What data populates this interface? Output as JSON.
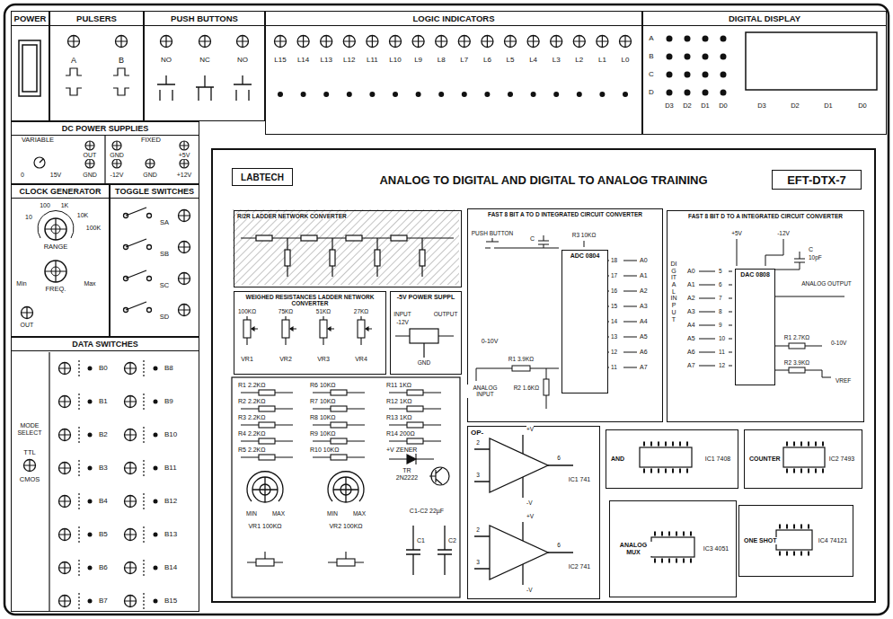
{
  "diagram": {
    "nodes": [
      {
        "text": [
          "POWER"
        ]
      },
      {
        "text": [
          "PULSERS"
        ]
      },
      {
        "text": [
          "PUSH BUTTONS"
        ]
      },
      {
        "text": [
          "LOGIC INDICATORS"
        ]
      },
      {
        "text": [
          "DIGITAL DISPLAY"
        ]
      },
      {
        "text": [
          "DC POWER SUPPLIES"
        ]
      },
      {
        "text": [
          "CLOCK GENERATOR"
        ]
      },
      {
        "text": [
          "TOGGLE SWITCHES"
        ]
      },
      {
        "text": [
          "DATA SWITCHES"
        ]
      },
      {
        "text": [
          "ANALOG TO DIGITAL AND DIGITAL TO ANALOG TRAINING"
        ]
      },
      {
        "text": [
          "LABTECH"
        ],
        "in": 9
      },
      {
        "text": [
          "EFT-DTX-7"
        ],
        "in": 9
      },
      {
        "text": [
          "R/2R LADDER NETWORK CONVERTER"
        ],
        "in": 9
      },
      {
        "text": [
          "WEIGHED RESISTANCES LADDER NETWORK CONVERTER"
        ],
        "in": 9
      },
      {
        "text": [
          "-5V POWER SUPPL"
        ],
        "in": 9
      },
      {
        "text": [
          "FAST 8 BIT A TO D INTEGRATED CIRCUIT CONVERTER"
        ],
        "in": 9
      },
      {
        "text": [
          "ADC 0804"
        ],
        "in": 15
      },
      {
        "text": [
          "FAST 8 BIT D TO A INTEGRATED CIRCUIT CONVERTER"
        ],
        "in": 9
      },
      {
        "text": [
          "DAC 0808"
        ],
        "in": 17
      },
      {
        "text": [
          "OP-"
        ],
        "in": 9
      },
      {
        "text": [
          "AND",
          "IC1 7408"
        ],
        "in": 9
      },
      {
        "text": [
          "COUNTER",
          "IC2 7493"
        ],
        "in": 9
      },
      {
        "text": [
          "ANALOG MUX",
          "IC3 4051"
        ],
        "in": 9
      },
      {
        "text": [
          "ONE SHOT",
          "IC4 74121"
        ],
        "in": 9
      }
    ],
    "labels": [
      "A",
      "B",
      "NO",
      "NC",
      "NO",
      "L15",
      "L14",
      "L13",
      "L12",
      "L11",
      "L10",
      "L9",
      "L8",
      "L7",
      "L6",
      "L5",
      "L4",
      "L3",
      "L2",
      "L1",
      "L0",
      "A",
      "B",
      "C",
      "D",
      "D3",
      "D2",
      "D1",
      "D0",
      "D3",
      "D2",
      "D1",
      "D0",
      "VARIABLE",
      "OUT",
      "0",
      "15V",
      "GND",
      "FIXED",
      "GND",
      "+5V",
      "-12V",
      "GND",
      "+12V",
      "10",
      "100",
      "1K",
      "10K",
      "100K",
      "RANGE",
      "Min",
      "FREQ.",
      "Max",
      "OUT",
      "SA",
      "SB",
      "SC",
      "SD",
      "MODE SELECT",
      "TTL",
      "CMOS",
      "B0",
      "B1",
      "B2",
      "B3",
      "B4",
      "B5",
      "B6",
      "B7",
      "B8",
      "B9",
      "B10",
      "B11",
      "B12",
      "B13",
      "B14",
      "B15",
      "100KΩ",
      "75KΩ",
      "51KΩ",
      "27KΩ",
      "VR1",
      "VR2",
      "VR3",
      "VR4",
      "INPUT",
      "-12V",
      "OUTPUT",
      "GND",
      "R1 2.2KΩ",
      "R2 2.2KΩ",
      "R3 2.2KΩ",
      "R4 2.2KΩ",
      "R5 2.2KΩ",
      "R6 10KΩ",
      "R7 10KΩ",
      "R8 10KΩ",
      "R9 10KΩ",
      "R10 10KΩ",
      "R11 1KΩ",
      "R12 1KΩ",
      "R13 1KΩ",
      "R14 200Ω",
      "+V ZENER",
      "TR 2N2222",
      "MIN",
      "MAX",
      "MIN",
      "MAX",
      "VR1 100KΩ",
      "VR2 100KΩ",
      "C1-C2 22µF",
      "C1",
      "C2",
      "PUSH BUTTON",
      "C",
      "R3 10KΩ",
      "18",
      "17",
      "16",
      "15",
      "14",
      "13",
      "12",
      "11",
      "A0",
      "A1",
      "A2",
      "A3",
      "A4",
      "A5",
      "A6",
      "A7",
      "0-10V",
      "R1 3.9KΩ",
      "ANALOG INPUT",
      "R2 1.6KΩ",
      "+5V",
      "-12V",
      "DIGITAL INPUT",
      "A0",
      "A1",
      "A2",
      "A3",
      "A4",
      "A5",
      "A6",
      "A7",
      "5",
      "6",
      "7",
      "8",
      "9",
      "10",
      "11",
      "12",
      "C",
      "10pF",
      "ANALOG OUTPUT",
      "R1 2.7KΩ",
      "0-10V",
      "R2 3.9KΩ",
      "VREF",
      "2",
      "3",
      "6",
      "+V",
      "-V",
      "IC1 741",
      "2",
      "3",
      "6",
      "+V",
      "-V",
      "IC2 741"
    ]
  }
}
